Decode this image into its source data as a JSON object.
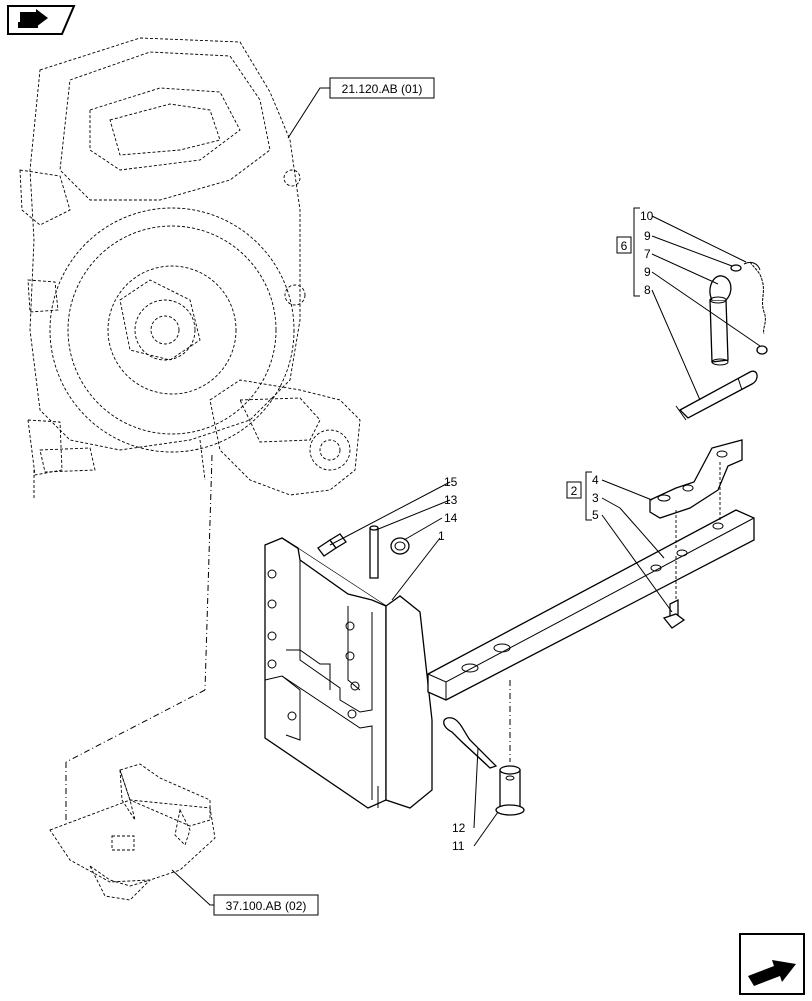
{
  "diagram": {
    "references": {
      "top": "21.120.AB (01)",
      "bottom": "37.100.AB (02)"
    },
    "group_labels": {
      "pin_kit": "6",
      "drawbar_kit": "2"
    },
    "callouts": {
      "c15": "15",
      "c13": "13",
      "c14": "14",
      "c1": "1",
      "c10": "10",
      "c9a": "9",
      "c7": "7",
      "c9b": "9",
      "c8": "8",
      "c4": "4",
      "c3": "3",
      "c5": "5",
      "c12": "12",
      "c11": "11"
    }
  },
  "navigation": {
    "top_left_icon": "book-arrow-icon",
    "bottom_right_icon": "next-arrow-icon"
  }
}
